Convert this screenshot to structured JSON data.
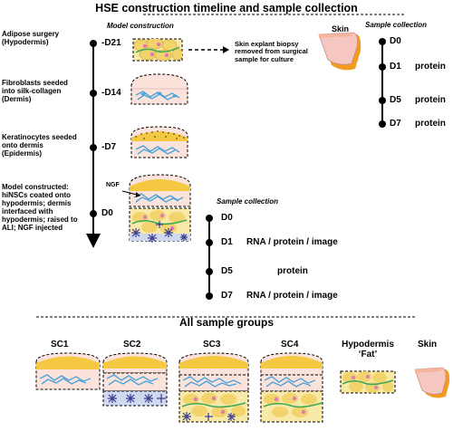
{
  "title": "HSE construction timeline and sample collection",
  "model_construction": {
    "heading": "Model construction",
    "steps": [
      {
        "day": "-D21",
        "desc": [
          "Adipose surgery",
          "(Hypodermis)"
        ]
      },
      {
        "day": "-D14",
        "desc": [
          "Fibroblasts seeded",
          "into silk-collagen",
          "(Dermis)"
        ]
      },
      {
        "day": "-D7",
        "desc": [
          "Keratinocytes seeded",
          "onto dermis",
          "(Epidermis)"
        ]
      },
      {
        "day": "D0",
        "desc": [
          "Model constructed:",
          "hiNSCs coated onto",
          "hypodermis; dermis",
          "interfaced with",
          "hypodermis; raised to",
          "ALI; NGF injected"
        ]
      }
    ],
    "ngf_label": "NGF"
  },
  "skin_explant": {
    "label": "Skin",
    "caption": [
      "Skin explant biopsy",
      "removed from surgical",
      "sample for culture"
    ]
  },
  "skin_collection": {
    "heading": "Sample collection",
    "points": [
      {
        "day": "D0",
        "assay": ""
      },
      {
        "day": "D1",
        "assay": "protein"
      },
      {
        "day": "D5",
        "assay": "protein"
      },
      {
        "day": "D7",
        "assay": "protein"
      }
    ]
  },
  "hse_collection": {
    "heading": "Sample collection",
    "points": [
      {
        "day": "D0",
        "assay": ""
      },
      {
        "day": "D1",
        "assay": "RNA / protein / image"
      },
      {
        "day": "D5",
        "assay": "protein"
      },
      {
        "day": "D7",
        "assay": "RNA / protein / image"
      }
    ]
  },
  "groups": {
    "heading": "All sample groups",
    "items": [
      {
        "label": "SC1"
      },
      {
        "label": "SC2"
      },
      {
        "label": "SC3"
      },
      {
        "label": "SC4"
      },
      {
        "label": "Hypodermis",
        "sub": "‘Fat’"
      },
      {
        "label": "Skin"
      }
    ]
  },
  "colors": {
    "epidermis": "#f5c842",
    "dermis": "#fbe3dc",
    "fibroblast": "#4fa3d9",
    "neural": "#3b3d8f",
    "adipocyte": "#f3d36b",
    "adipocyte_nucleus": "#e07bb5",
    "skin_tissue": "#f6c7c0",
    "skin_edge": "#f39c1f"
  }
}
